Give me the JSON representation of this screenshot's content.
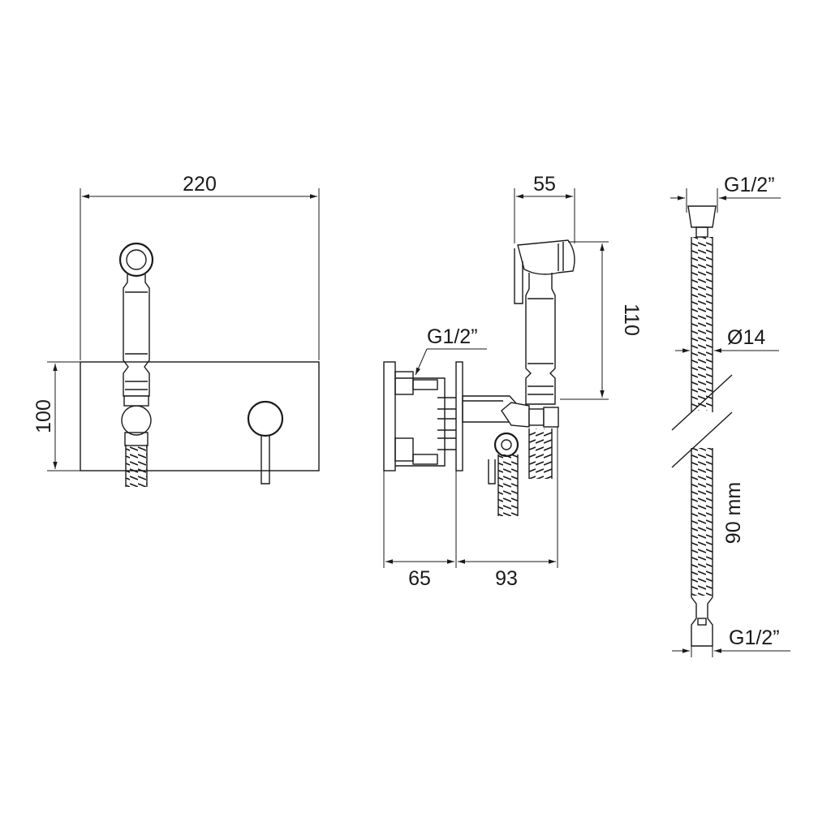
{
  "front_view": {
    "width_label": "220",
    "height_label": "100"
  },
  "side_view": {
    "thread_label": "G1/2”",
    "handspray_width_label": "55",
    "handspray_height_label": "110",
    "wall_depth_label": "65",
    "projection_label": "93"
  },
  "hose": {
    "top_thread_label": "G1/2”",
    "diameter_label": "Ø14",
    "length_label": "90 mm",
    "bottom_thread_label": "G1/2”"
  }
}
